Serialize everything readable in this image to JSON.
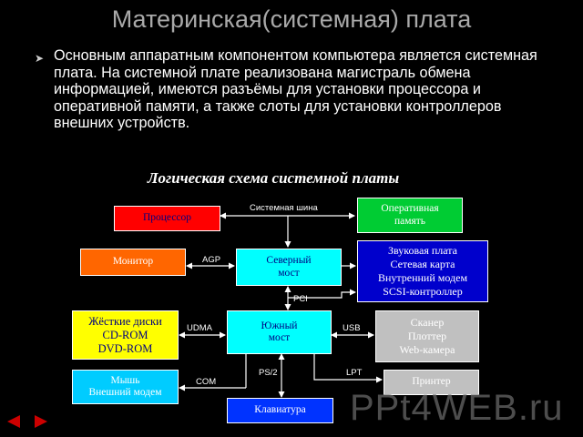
{
  "slide": {
    "title": "Материнская(системная) плата",
    "bullet": "Основным аппаратным компонентом компьютера является системная плата. На системной плате реализована магистраль обмена информацией, имеются разъёмы для установки процессора и оперативной памяти, а также слоты для установки контроллеров внешних устройств.",
    "watermark": "PPt4WEB.ru"
  },
  "diagram": {
    "title": "Логическая схема системной платы",
    "nodes": {
      "processor": "Процессор",
      "ram": "Оперативная\nпамять",
      "monitor": "Монитор",
      "northbridge": "Северный\nмост",
      "cards": "Звуковая плата\nСетевая карта\nВнутренний модем\nSCSI-контроллер",
      "drives": "Жёсткие диски\nCD-ROM\nDVD-ROM",
      "southbridge": "Южный\nмост",
      "scanner": "Сканер\nПлоттер\nWeb-камера",
      "mouse": "Мышь\nВнешний модем",
      "printer": "Принтер",
      "keyboard": "Клавиатура"
    },
    "links": {
      "system_bus": "Системная шина",
      "agp": "AGP",
      "pci": "PCI",
      "udma": "UDMA",
      "usb": "USB",
      "com": "COM",
      "ps2": "PS/2",
      "lpt": "LPT"
    }
  },
  "colors": {
    "processor": "#ff0000",
    "ram": "#00cc33",
    "monitor": "#ff6600",
    "northbridge": "#00ffff",
    "cards": "#0000cc",
    "drives": "#ffff00",
    "southbridge": "#00ffff",
    "scanner": "#c0c0c0",
    "mouse": "#00ccff",
    "printer": "#c0c0c0",
    "keyboard": "#0033ff"
  },
  "icons": {
    "nav_prev": "arrow-left-icon",
    "nav_next": "arrow-right-icon"
  }
}
